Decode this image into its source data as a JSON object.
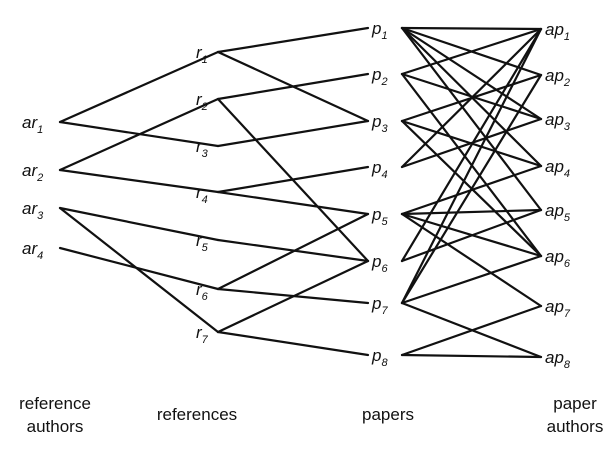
{
  "columns": [
    {
      "id": "ref_authors",
      "label_lines": [
        "reference",
        "authors"
      ],
      "nodes": [
        {
          "id": "ar1",
          "base": "ar",
          "sub": "1"
        },
        {
          "id": "ar2",
          "base": "ar",
          "sub": "2"
        },
        {
          "id": "ar3",
          "base": "ar",
          "sub": "3"
        },
        {
          "id": "ar4",
          "base": "ar",
          "sub": "4"
        }
      ]
    },
    {
      "id": "references",
      "label_lines": [
        "references"
      ],
      "nodes": [
        {
          "id": "r1",
          "base": "r",
          "sub": "1"
        },
        {
          "id": "r2",
          "base": "r",
          "sub": "2"
        },
        {
          "id": "r3",
          "base": "r",
          "sub": "3"
        },
        {
          "id": "r4",
          "base": "r",
          "sub": "4"
        },
        {
          "id": "r5",
          "base": "r",
          "sub": "5"
        },
        {
          "id": "r6",
          "base": "r",
          "sub": "6"
        },
        {
          "id": "r7",
          "base": "r",
          "sub": "7"
        }
      ]
    },
    {
      "id": "papers",
      "label_lines": [
        "papers"
      ],
      "nodes": [
        {
          "id": "p1",
          "base": "p",
          "sub": "1"
        },
        {
          "id": "p2",
          "base": "p",
          "sub": "2"
        },
        {
          "id": "p3",
          "base": "p",
          "sub": "3"
        },
        {
          "id": "p4",
          "base": "p",
          "sub": "4"
        },
        {
          "id": "p5",
          "base": "p",
          "sub": "5"
        },
        {
          "id": "p6",
          "base": "p",
          "sub": "6"
        },
        {
          "id": "p7",
          "base": "p",
          "sub": "7"
        },
        {
          "id": "p8",
          "base": "p",
          "sub": "8"
        }
      ]
    },
    {
      "id": "paper_authors",
      "label_lines": [
        "paper",
        "authors"
      ],
      "nodes": [
        {
          "id": "ap1",
          "base": "ap",
          "sub": "1"
        },
        {
          "id": "ap2",
          "base": "ap",
          "sub": "2"
        },
        {
          "id": "ap3",
          "base": "ap",
          "sub": "3"
        },
        {
          "id": "ap4",
          "base": "ap",
          "sub": "4"
        },
        {
          "id": "ap5",
          "base": "ap",
          "sub": "5"
        },
        {
          "id": "ap6",
          "base": "ap",
          "sub": "6"
        },
        {
          "id": "ap7",
          "base": "ap",
          "sub": "7"
        },
        {
          "id": "ap8",
          "base": "ap",
          "sub": "8"
        }
      ]
    }
  ],
  "edges": [
    [
      "ar1",
      "r1"
    ],
    [
      "ar1",
      "r3"
    ],
    [
      "ar2",
      "r2"
    ],
    [
      "ar2",
      "r4"
    ],
    [
      "ar3",
      "r5"
    ],
    [
      "ar3",
      "r7"
    ],
    [
      "ar4",
      "r6"
    ],
    [
      "r1",
      "p1"
    ],
    [
      "r1",
      "p3"
    ],
    [
      "r2",
      "p2"
    ],
    [
      "r2",
      "p6"
    ],
    [
      "r3",
      "p3"
    ],
    [
      "r4",
      "p4"
    ],
    [
      "r4",
      "p5"
    ],
    [
      "r5",
      "p6"
    ],
    [
      "r6",
      "p5"
    ],
    [
      "r6",
      "p7"
    ],
    [
      "r7",
      "p6"
    ],
    [
      "r7",
      "p8"
    ],
    [
      "p1",
      "ap1"
    ],
    [
      "p1",
      "ap2"
    ],
    [
      "p1",
      "ap3"
    ],
    [
      "p1",
      "ap4"
    ],
    [
      "p1",
      "ap5"
    ],
    [
      "p2",
      "ap1"
    ],
    [
      "p2",
      "ap3"
    ],
    [
      "p2",
      "ap6"
    ],
    [
      "p3",
      "ap2"
    ],
    [
      "p3",
      "ap4"
    ],
    [
      "p3",
      "ap6"
    ],
    [
      "p4",
      "ap1"
    ],
    [
      "p4",
      "ap3"
    ],
    [
      "p5",
      "ap4"
    ],
    [
      "p5",
      "ap5"
    ],
    [
      "p5",
      "ap6"
    ],
    [
      "p5",
      "ap7"
    ],
    [
      "p6",
      "ap1"
    ],
    [
      "p6",
      "ap5"
    ],
    [
      "p7",
      "ap1"
    ],
    [
      "p7",
      "ap2"
    ],
    [
      "p7",
      "ap6"
    ],
    [
      "p7",
      "ap8"
    ],
    [
      "p8",
      "ap7"
    ],
    [
      "p8",
      "ap8"
    ]
  ]
}
